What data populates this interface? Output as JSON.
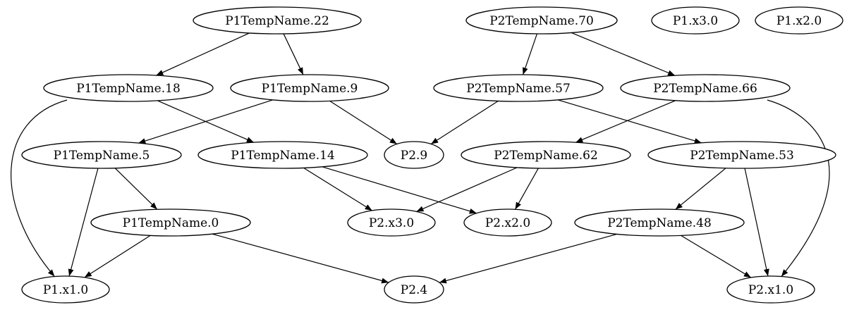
{
  "nodes": {
    "n22": "P1TempName.22",
    "n70": "P2TempName.70",
    "p1x3": "P1.x3.0",
    "p1x2": "P1.x2.0",
    "n18": "P1TempName.18",
    "n9": "P1TempName.9",
    "n57": "P2TempName.57",
    "n66": "P2TempName.66",
    "n5": "P1TempName.5",
    "n14": "P1TempName.14",
    "p29": "P2.9",
    "n62": "P2TempName.62",
    "n53": "P2TempName.53",
    "n0": "P1TempName.0",
    "p2x3": "P2.x3.0",
    "p2x2": "P2.x2.0",
    "n48": "P2TempName.48",
    "p1x1": "P1.x1.0",
    "p24": "P2.4",
    "p2x1": "P2.x1.0"
  },
  "edges": [
    [
      "n22",
      "n18"
    ],
    [
      "n22",
      "n9"
    ],
    [
      "n70",
      "n57"
    ],
    [
      "n70",
      "n66"
    ],
    [
      "n18",
      "n14"
    ],
    [
      "n18",
      "p1x1"
    ],
    [
      "n9",
      "n5"
    ],
    [
      "n9",
      "p29"
    ],
    [
      "n57",
      "p29"
    ],
    [
      "n57",
      "n53"
    ],
    [
      "n66",
      "n62"
    ],
    [
      "n66",
      "p2x1"
    ],
    [
      "n5",
      "n0"
    ],
    [
      "n5",
      "p1x1"
    ],
    [
      "n14",
      "p2x3"
    ],
    [
      "n14",
      "p2x2"
    ],
    [
      "n62",
      "p2x3"
    ],
    [
      "n62",
      "p2x2"
    ],
    [
      "n53",
      "n48"
    ],
    [
      "n53",
      "p2x1"
    ],
    [
      "n0",
      "p1x1"
    ],
    [
      "n0",
      "p24"
    ],
    [
      "n48",
      "p24"
    ],
    [
      "n48",
      "p2x1"
    ]
  ]
}
